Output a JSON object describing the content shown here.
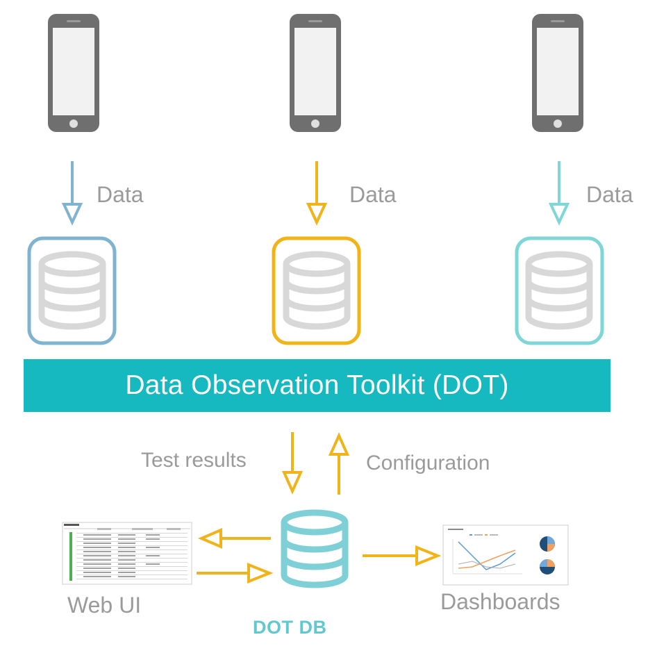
{
  "sources": [
    {
      "data_label": "Data",
      "color": "#7fb3cf"
    },
    {
      "data_label": "Data",
      "color": "#f0b41a"
    },
    {
      "data_label": "Data",
      "color": "#7fd6d6"
    }
  ],
  "toolkit": {
    "title": "Data Observation Toolkit (DOT)",
    "color": "#16b9bf"
  },
  "flows": {
    "test_results": "Test results",
    "configuration": "Configuration"
  },
  "outputs": {
    "web_ui": "Web UI",
    "dot_db": "DOT DB",
    "dashboards": "Dashboards"
  },
  "colors": {
    "arrow": "#f0b41a",
    "db_icon": "#d8d8d8",
    "dot_db": "#7fd0d6",
    "phone": "#6f6f6f"
  }
}
